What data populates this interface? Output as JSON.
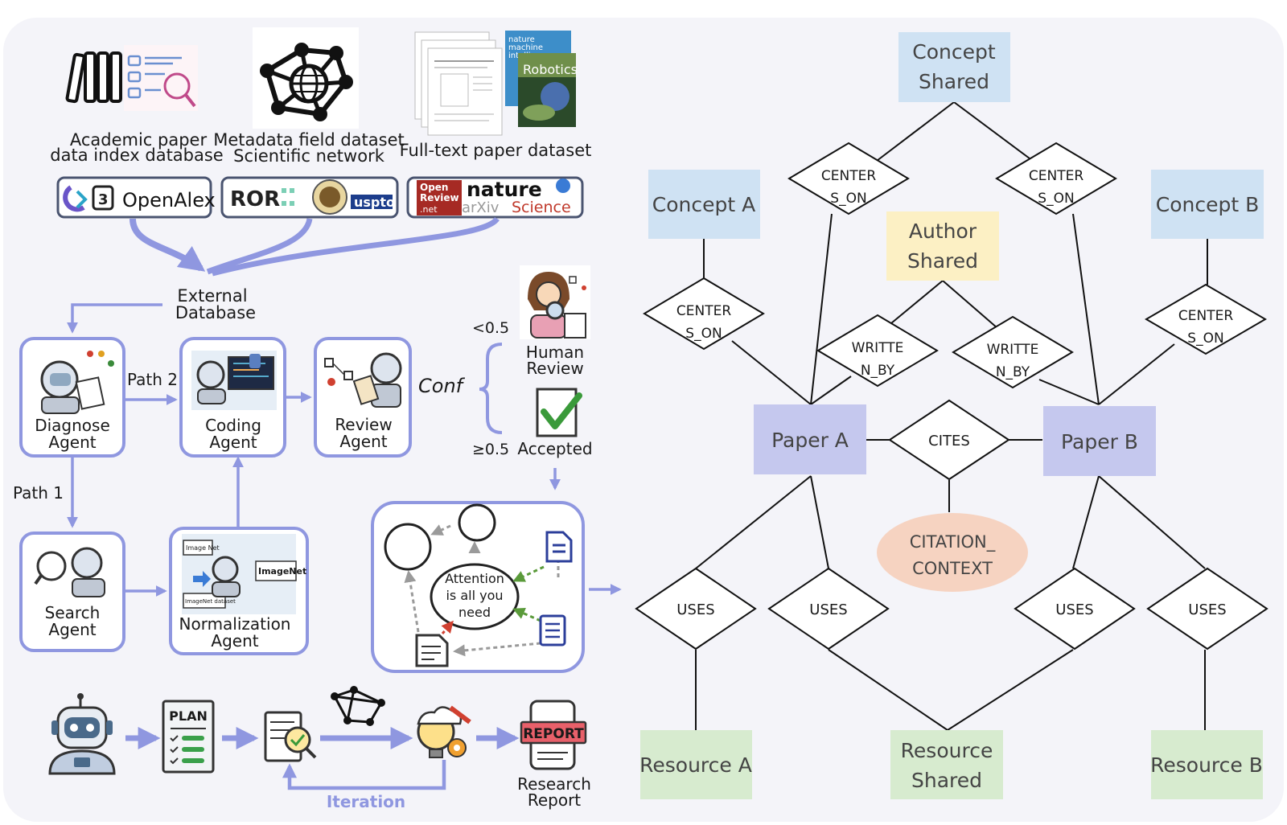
{
  "sources": {
    "academic_label": [
      "Academic paper",
      "data index database"
    ],
    "metadata_label": [
      "Metadata field dataset",
      "Scientific network"
    ],
    "fulltext_label": "Full-text paper dataset",
    "openalex_logo": "OpenAlex",
    "ror_logo": "ROR",
    "uspto_logo": "uspto",
    "openreview_logo": [
      "Open",
      "Review",
      ".net"
    ],
    "nature_logo": "nature",
    "arxiv_logo": "arXiv",
    "science_logo": "Science",
    "robotics_cover": "Robotics",
    "nmi_cover": [
      "nature",
      "machine",
      "intelligence"
    ]
  },
  "pipeline": {
    "external_db": [
      "External",
      "Database"
    ],
    "path1": "Path 1",
    "path2": "Path 2",
    "diagnose_agent": [
      "Diagnose",
      "Agent"
    ],
    "coding_agent": [
      "Coding",
      "Agent"
    ],
    "review_agent": [
      "Review",
      "Agent"
    ],
    "search_agent": [
      "Search",
      "Agent"
    ],
    "normalization_agent": [
      "Normalization",
      "Agent"
    ],
    "imagenet_small": "Image Net",
    "imagenet_big": "ImageNet",
    "imagenet_dataset": "ImageNet dataset",
    "conf": "Conf",
    "lt": "<0.5",
    "ge": "≥0.5",
    "human_review": [
      "Human",
      "Review"
    ],
    "accepted": "Accepted",
    "attention": [
      "Attention",
      "is all you",
      "need"
    ],
    "plan": "PLAN",
    "report": "REPORT",
    "research_report": [
      "Research",
      "Report"
    ],
    "iteration": "Iteration"
  },
  "graph": {
    "concept_shared": [
      "Concept",
      "Shared"
    ],
    "concept_a": "Concept A",
    "concept_b": "Concept B",
    "author_shared": [
      "Author",
      "Shared"
    ],
    "paper_a": "Paper A",
    "paper_b": "Paper B",
    "resource_a": "Resource A",
    "resource_shared": [
      "Resource",
      "Shared"
    ],
    "resource_b": "Resource B",
    "center_son": [
      "CENTER",
      "S_ON"
    ],
    "written_by": [
      "WRITTE",
      "N_BY"
    ],
    "cites": "CITES",
    "uses": "USES",
    "citation_context": [
      "CITATION_",
      "CONTEXT"
    ]
  },
  "colors": {
    "accent": "#8f97e0",
    "concept": "#cfe2f3",
    "author": "#fcf0c4",
    "paper": "#c5c8ee",
    "resource": "#d7ebcf",
    "citation": "#f6d3c1",
    "panel": "#f4f4f9"
  }
}
